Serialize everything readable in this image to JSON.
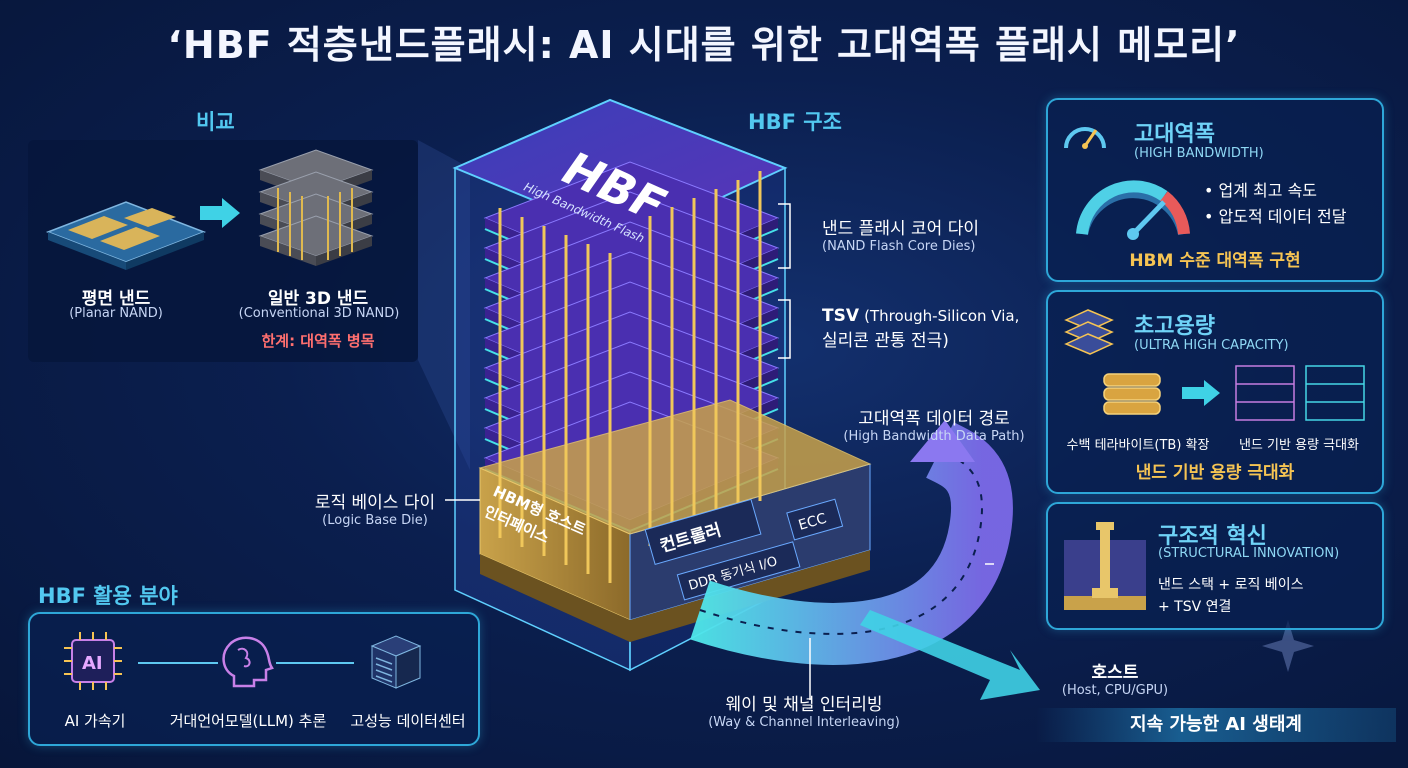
{
  "title": "‘HBF 적층낸드플래시: AI 시대를 위한 고대역폭 플래시 메모리’",
  "compare": {
    "heading": "비교",
    "planar_ko": "평면 낸드",
    "planar_en": "(Planar NAND)",
    "conv_ko": "일반 3D 낸드",
    "conv_en": "(Conventional 3D NAND)",
    "limit": "한계: 대역폭 병목"
  },
  "structure": {
    "heading": "HBF 구조",
    "logo": "HBF",
    "logo_sub": "High Bandwidth Flash",
    "host_if": [
      "HBM형 호스트",
      "인터페이스"
    ],
    "controller": "컨트롤러",
    "ddr": "DDR 동기식 I/O",
    "ecc": "ECC",
    "core_ko": "낸드 플래시 코어 다이",
    "core_en": "(NAND Flash Core Dies)",
    "tsv_1": "TSV",
    "tsv_2": "(Through-Silicon Via,",
    "tsv_3": "실리콘 관통 전극)",
    "path_ko": "고대역폭 데이터 경로",
    "path_en": "(High Bandwidth Data Path)",
    "logic_ko": "로직 베이스 다이",
    "logic_en": "(Logic Base Die)",
    "way_ko": "웨이 및 채널 인터리빙",
    "way_en": "(Way & Channel Interleaving)",
    "host_ko": "호스트",
    "host_en": "(Host, CPU/GPU)",
    "eco": "지속 가능한 AI 생태계"
  },
  "bandwidth": {
    "title": "고대역폭",
    "en": "(HIGH BANDWIDTH)",
    "bullets": [
      "• 업계 최고 속도",
      "• 압도적 데이터 전달"
    ],
    "footer": "HBM 수준 대역폭 구현"
  },
  "capacity": {
    "title": "초고용량",
    "en": "(ULTRA HIGH CAPACITY)",
    "left": "수백 테라바이트(TB) 확장",
    "right": "낸드 기반 용량 극대화",
    "footer": "낸드 기반 용량 극대화"
  },
  "innovation": {
    "title": "구조적 혁신",
    "en": "(STRUCTURAL INNOVATION)",
    "line1": "낸드 스택 + 로직 베이스",
    "line2": "+ TSV 연결"
  },
  "apps": {
    "heading": "HBF 활용 분야",
    "chip_text": "AI",
    "items": [
      "AI 가속기",
      "거대언어모델(LLM) 추론",
      "고성능 데이터센터"
    ]
  },
  "colors": {
    "accent": "#52c8f0",
    "gold": "#f6c453",
    "warning": "#ff6f6f",
    "stack_purple": "#5b3fd0",
    "arrow_cyan": "#46e0e8"
  }
}
